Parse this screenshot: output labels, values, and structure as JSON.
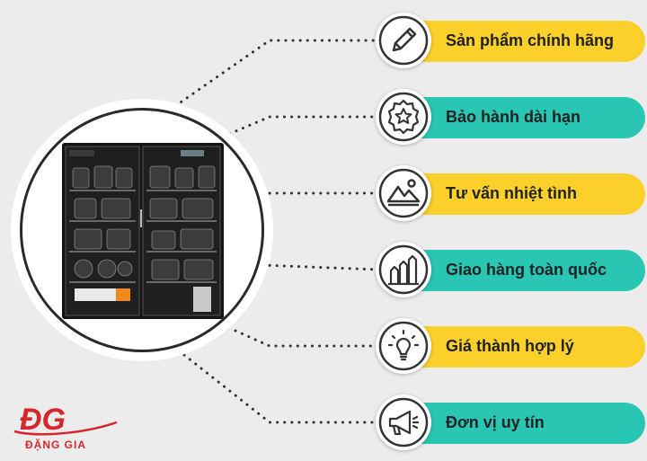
{
  "colors": {
    "background": "#ececec",
    "yellow": "#fbd02a",
    "teal": "#29c6b3",
    "ink": "#333333",
    "brand_red": "#d6262e"
  },
  "features": [
    {
      "label": "Sản phẩm chính hãng",
      "icon": "pencil-icon",
      "color": "yellow"
    },
    {
      "label": "Bảo hành dài hạn",
      "icon": "star-badge-icon",
      "color": "teal"
    },
    {
      "label": "Tư vấn nhiệt tình",
      "icon": "mountain-icon",
      "color": "yellow"
    },
    {
      "label": "Giao hàng toàn quốc",
      "icon": "growth-chart-icon",
      "color": "teal"
    },
    {
      "label": "Giá thành hợp lý",
      "icon": "lightbulb-icon",
      "color": "yellow"
    },
    {
      "label": "Đơn vị uy tín",
      "icon": "megaphone-icon",
      "color": "teal"
    }
  ],
  "brand": {
    "logo_text": "ĐG",
    "name": "ĐẶNG GIA"
  }
}
